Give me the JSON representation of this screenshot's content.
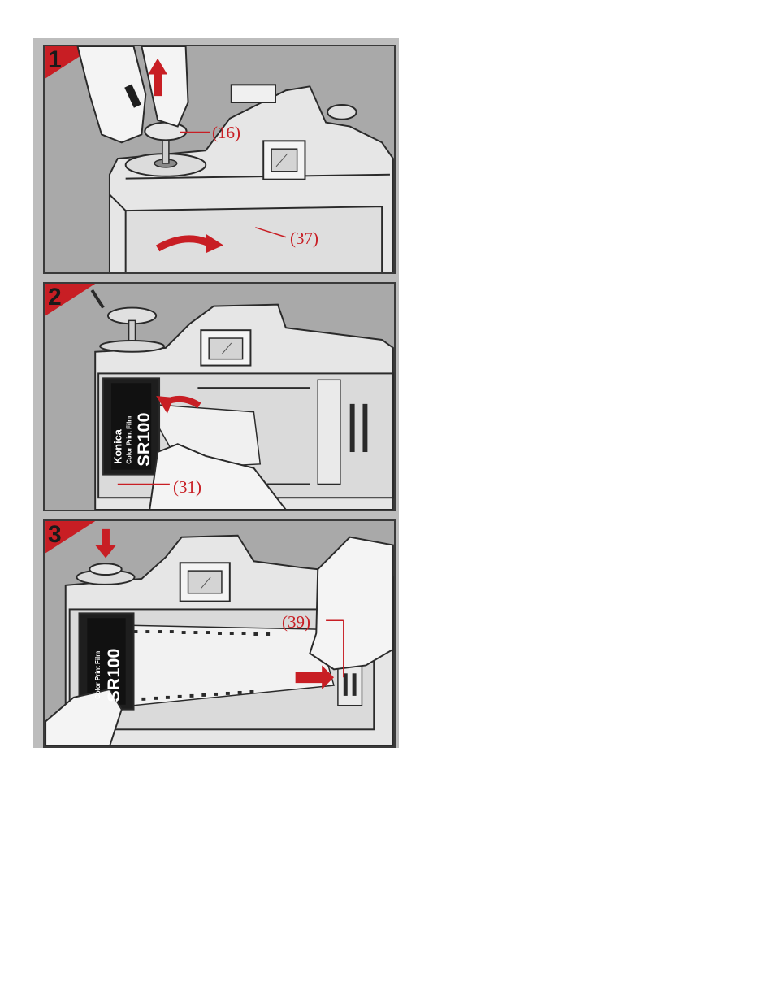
{
  "steps": [
    {
      "number": "1",
      "callouts": [
        "(16)",
        "(37)"
      ]
    },
    {
      "number": "2",
      "callouts": [
        "(31)"
      ],
      "film_brand": "Konica",
      "film_type": "Color Print Film",
      "film_speed": "SR100"
    },
    {
      "number": "3",
      "callouts": [
        "(39)"
      ],
      "film_type": "Color Print Film",
      "film_speed": "SR100"
    }
  ],
  "colors": {
    "accent_red": "#c81e24",
    "panel_gray": "#a9a9a9",
    "line_dark": "#2a2a2a"
  }
}
